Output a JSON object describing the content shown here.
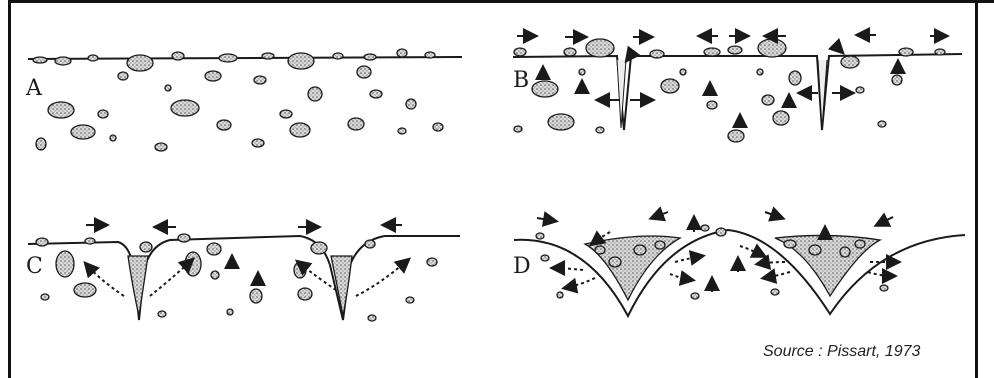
{
  "panels": {
    "a": {
      "label": "A"
    },
    "b": {
      "label": "B"
    },
    "c": {
      "label": "C"
    },
    "d": {
      "label": "D"
    }
  },
  "source": "Source : Pissart, 1973",
  "colors": {
    "ink": "#1a1a1a",
    "paper": "#ffffff",
    "stone_fill": "#d9d9d9"
  }
}
